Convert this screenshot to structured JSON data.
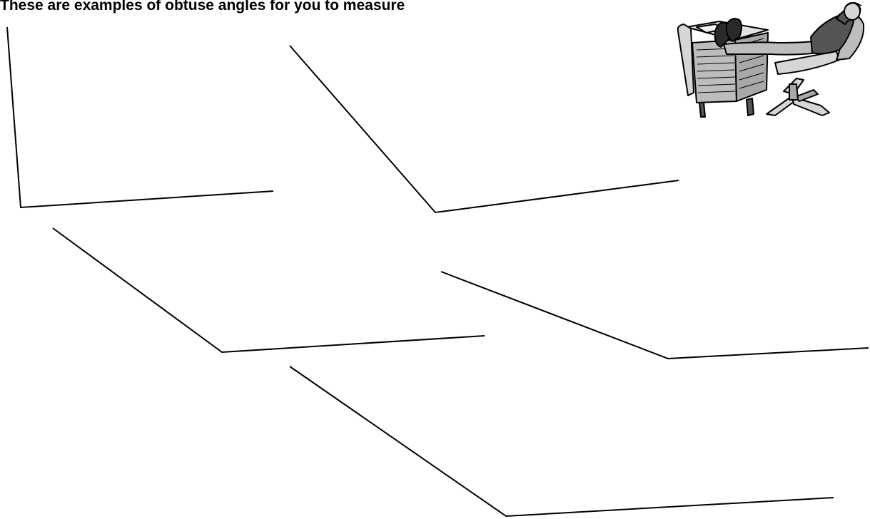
{
  "slide": {
    "title": "These are examples of obtuse angles for you to measure"
  },
  "clipart": {
    "icon": "relaxing-man-at-desk-clipart",
    "palette": {
      "ink": "#000000",
      "light_gray": "#d6d6d6",
      "mid_gray": "#a8a8a8",
      "dark_gray": "#555555",
      "paper": "#f4f4f4"
    }
  },
  "angles": {
    "count": 5,
    "line_color": "#000000"
  }
}
